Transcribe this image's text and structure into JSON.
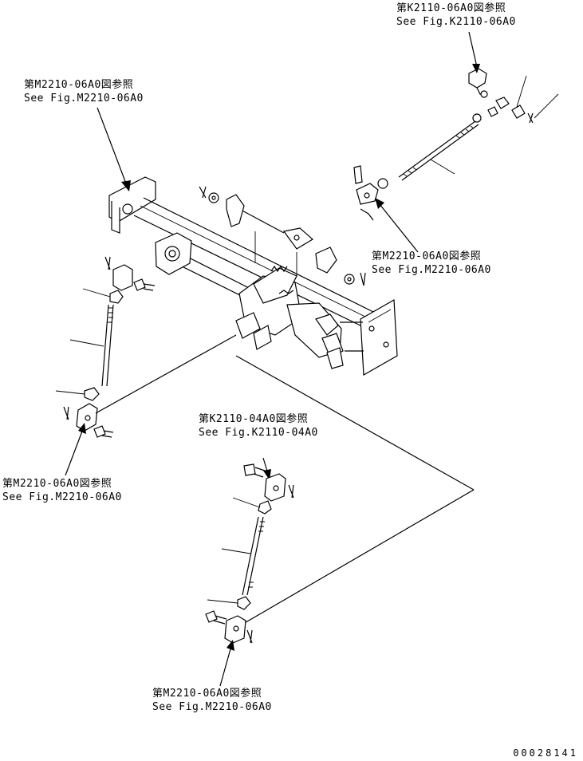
{
  "callouts": {
    "k2110_06a0": {
      "jp": "第K2110-06A0図参照",
      "en": "See Fig.K2110-06A0"
    },
    "m2210_top": {
      "jp": "第M2210-06A0図参照",
      "en": "See Fig.M2210-06A0"
    },
    "m2210_mid": {
      "jp": "第M2210-06A0図参照",
      "en": "See Fig.M2210-06A0"
    },
    "k2110_04a0": {
      "jp": "第K2110-04A0図参照",
      "en": "See Fig.K2110-04A0"
    },
    "m2210_left": {
      "jp": "第M2210-06A0図参照",
      "en": "See Fig.M2210-06A0"
    },
    "m2210_bottom": {
      "jp": "第M2210-06A0図参照",
      "en": "See Fig.M2210-06A0"
    }
  },
  "drawing_number": "00028141"
}
